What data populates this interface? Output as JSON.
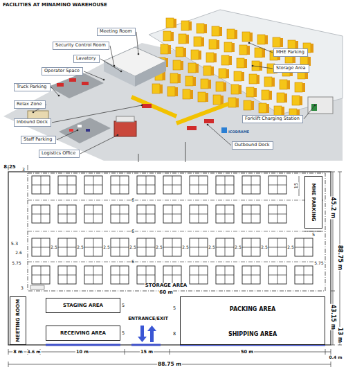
{
  "diagram": {
    "title": "FACILITIES AT MINAMINO WAREHOUSE",
    "nodes": [
      {
        "text": [
          "Meeting Room"
        ]
      },
      {
        "text": [
          "Security Control Room"
        ]
      },
      {
        "text": [
          "Lavatory"
        ]
      },
      {
        "text": [
          "Operator Space"
        ]
      },
      {
        "text": [
          "Truck Parking"
        ]
      },
      {
        "text": [
          "Relax Zone"
        ]
      },
      {
        "text": [
          "Inbound Dock"
        ]
      },
      {
        "text": [
          "Staff Parking"
        ]
      },
      {
        "text": [
          "Logistics Office"
        ]
      },
      {
        "text": [
          "MHE Parking"
        ]
      },
      {
        "text": [
          "Storage Area"
        ]
      },
      {
        "text": [
          "Forklift Charging Station"
        ]
      },
      {
        "text": [
          "Outbound Dock"
        ]
      },
      {
        "text": [
          "MHE PARKING"
        ]
      },
      {
        "text": [
          "MEETING ROOM"
        ]
      },
      {
        "text": [
          "STAGING AREA"
        ]
      },
      {
        "text": [
          "RECEIVING AREA"
        ]
      },
      {
        "text": [
          "PACKING AREA",
          "SHIPPING AREA"
        ]
      }
    ],
    "labels": [
      "ICODRAME",
      "8.25",
      "3",
      "15",
      "5",
      "45.2 m",
      "88.75 m",
      "6",
      "6",
      "6",
      "5.3",
      "2.5",
      "2.5",
      "2.5",
      "2.5",
      "2.5",
      "2.5",
      "2.5",
      "2.5",
      "2.5",
      "2.5",
      "2.6",
      "5.75",
      "5.75",
      "3",
      "STORAGE AREA",
      "60 m",
      "43.15 m",
      "13 m",
      "5",
      "5",
      "ENTRANCE/EXIT",
      "5",
      "8",
      "8 m",
      "4.6 m",
      "10 m",
      "15 m",
      "50 m",
      "0.4 m",
      "88.75 m"
    ]
  }
}
